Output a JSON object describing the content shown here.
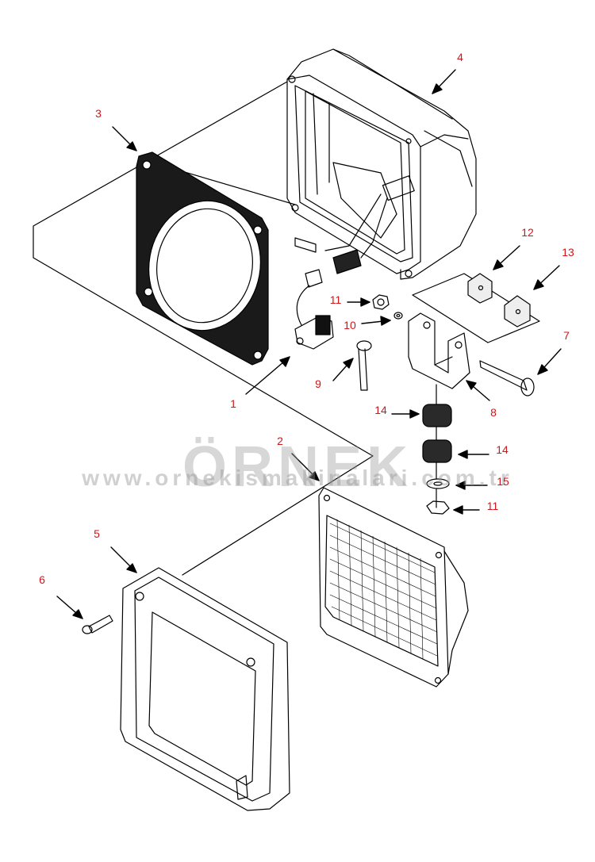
{
  "callouts": [
    {
      "id": "c1",
      "text": "1"
    },
    {
      "id": "c2",
      "text": "2"
    },
    {
      "id": "c3",
      "text": "3"
    },
    {
      "id": "c4",
      "text": "4"
    },
    {
      "id": "c5",
      "text": "5"
    },
    {
      "id": "c6",
      "text": "6"
    },
    {
      "id": "c7",
      "text": "7"
    },
    {
      "id": "c8",
      "text": "8"
    },
    {
      "id": "c9",
      "text": "9"
    },
    {
      "id": "c10",
      "text": "10"
    },
    {
      "id": "c11a",
      "text": "11"
    },
    {
      "id": "c11b",
      "text": "11"
    },
    {
      "id": "c12",
      "text": "12"
    },
    {
      "id": "c13",
      "text": "13"
    },
    {
      "id": "c14a",
      "text": "14"
    },
    {
      "id": "c14b",
      "text": "14"
    },
    {
      "id": "c15",
      "text": "15"
    }
  ],
  "watermark": {
    "brand": "ÖRNEK",
    "url": "www.ornekismakinalari.com.tr"
  },
  "colors": {
    "callout": "#d2151b",
    "line": "#000000",
    "watermark": "#9a9a9a"
  }
}
